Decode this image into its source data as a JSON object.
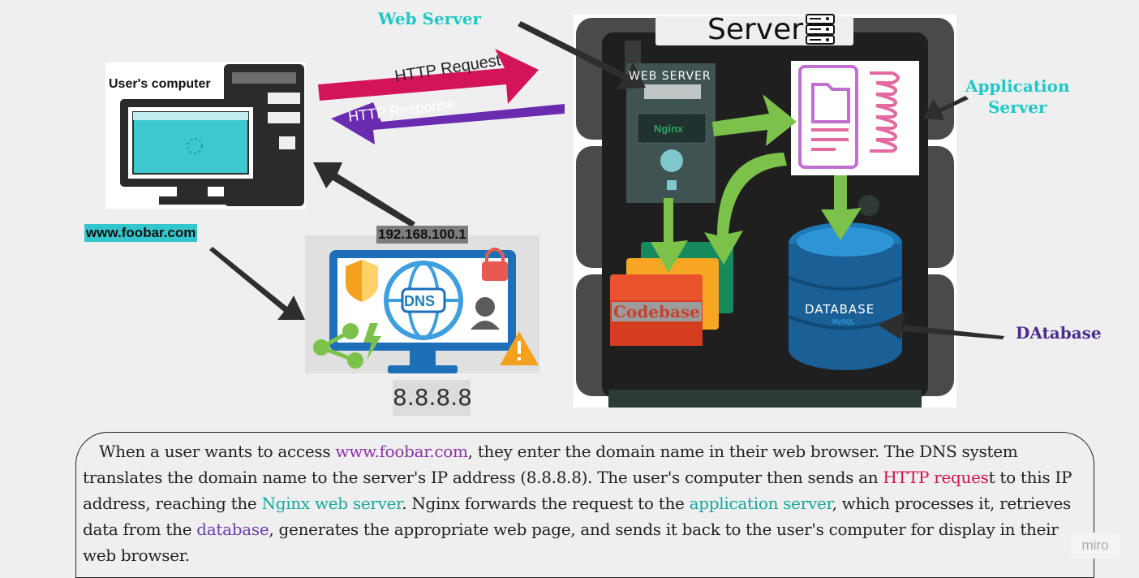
{
  "labels": {
    "users_computer": "User's computer",
    "domain": "www.foobar.com",
    "dns_ip_label": "192.168.100.1",
    "dns_server_ip": "8.8.8.8",
    "dns": "DNS",
    "web_server_callout": "Web Server",
    "application_server_callout_line1": "Application",
    "application_server_callout_line2": "Server",
    "database_callout": "DAtabase",
    "server_title": "Server",
    "http_request": "HTTP Request",
    "http_response": "HTTP Response",
    "web_server_box": "WEB SERVER",
    "nginx": "Nginx",
    "codebase": "Codebase",
    "database_box": "DATABASE",
    "mysql": "MySQL",
    "watermark": "miro"
  },
  "description": {
    "p1": "When a user wants to access ",
    "link_domain": "www.foobar.com",
    "p2": ", they enter the domain name in their web browser. The DNS system translates the domain name to the server's IP address (8.8.8.8). The user's computer then sends an ",
    "link_http": "HTTP reques",
    "p3": "t to this IP address, reaching the ",
    "link_nginx": "Nginx web server",
    "p4": ". Nginx forwards the request to the ",
    "link_app": "application server",
    "p5": ", which processes it, retrieves data from the ",
    "link_db": "database",
    "p6": ", generates the appropriate web page, and sends it back to the user's computer for display in their web browser."
  },
  "colors": {
    "request_arrow": "#d4145a",
    "response_arrow": "#6a2bb0",
    "green_arrow": "#7cc24a",
    "dark_arrow": "#2e2e2e",
    "teal_label": "#1fc7c7",
    "navy_label": "#4a2b8e"
  }
}
